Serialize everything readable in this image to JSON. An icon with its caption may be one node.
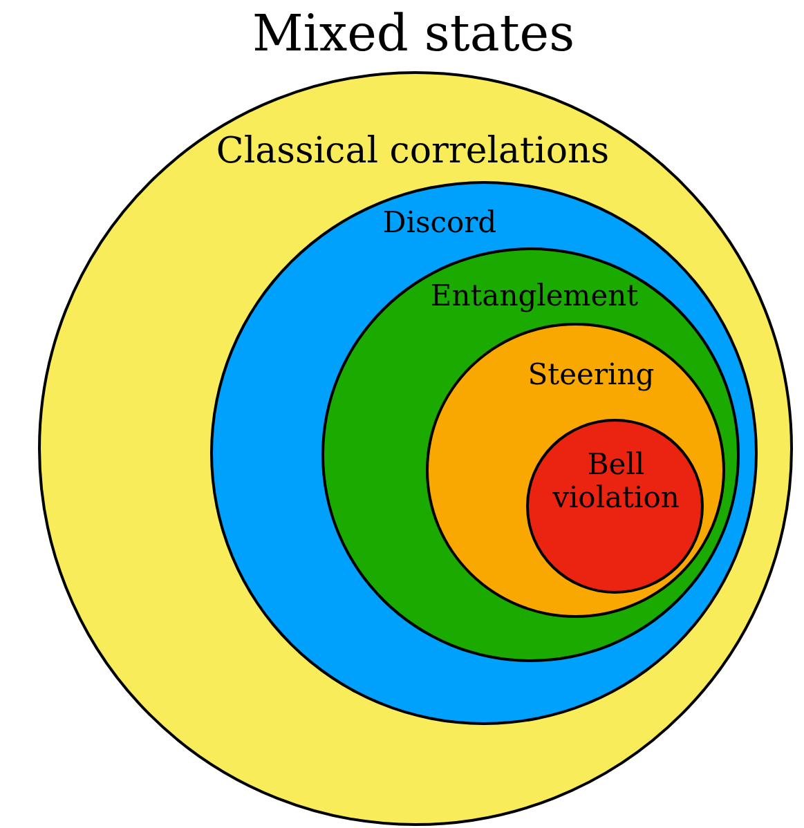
{
  "diagram": {
    "title": "Mixed states",
    "nodes": [
      {
        "text": [
          "Classical correlations"
        ]
      },
      {
        "text": [
          "Discord"
        ],
        "in": 0
      },
      {
        "text": [
          "Entanglement"
        ],
        "in": 1
      },
      {
        "text": [
          "Steering"
        ],
        "in": 2
      },
      {
        "text": [
          "Bell violation"
        ],
        "in": 3
      }
    ]
  }
}
